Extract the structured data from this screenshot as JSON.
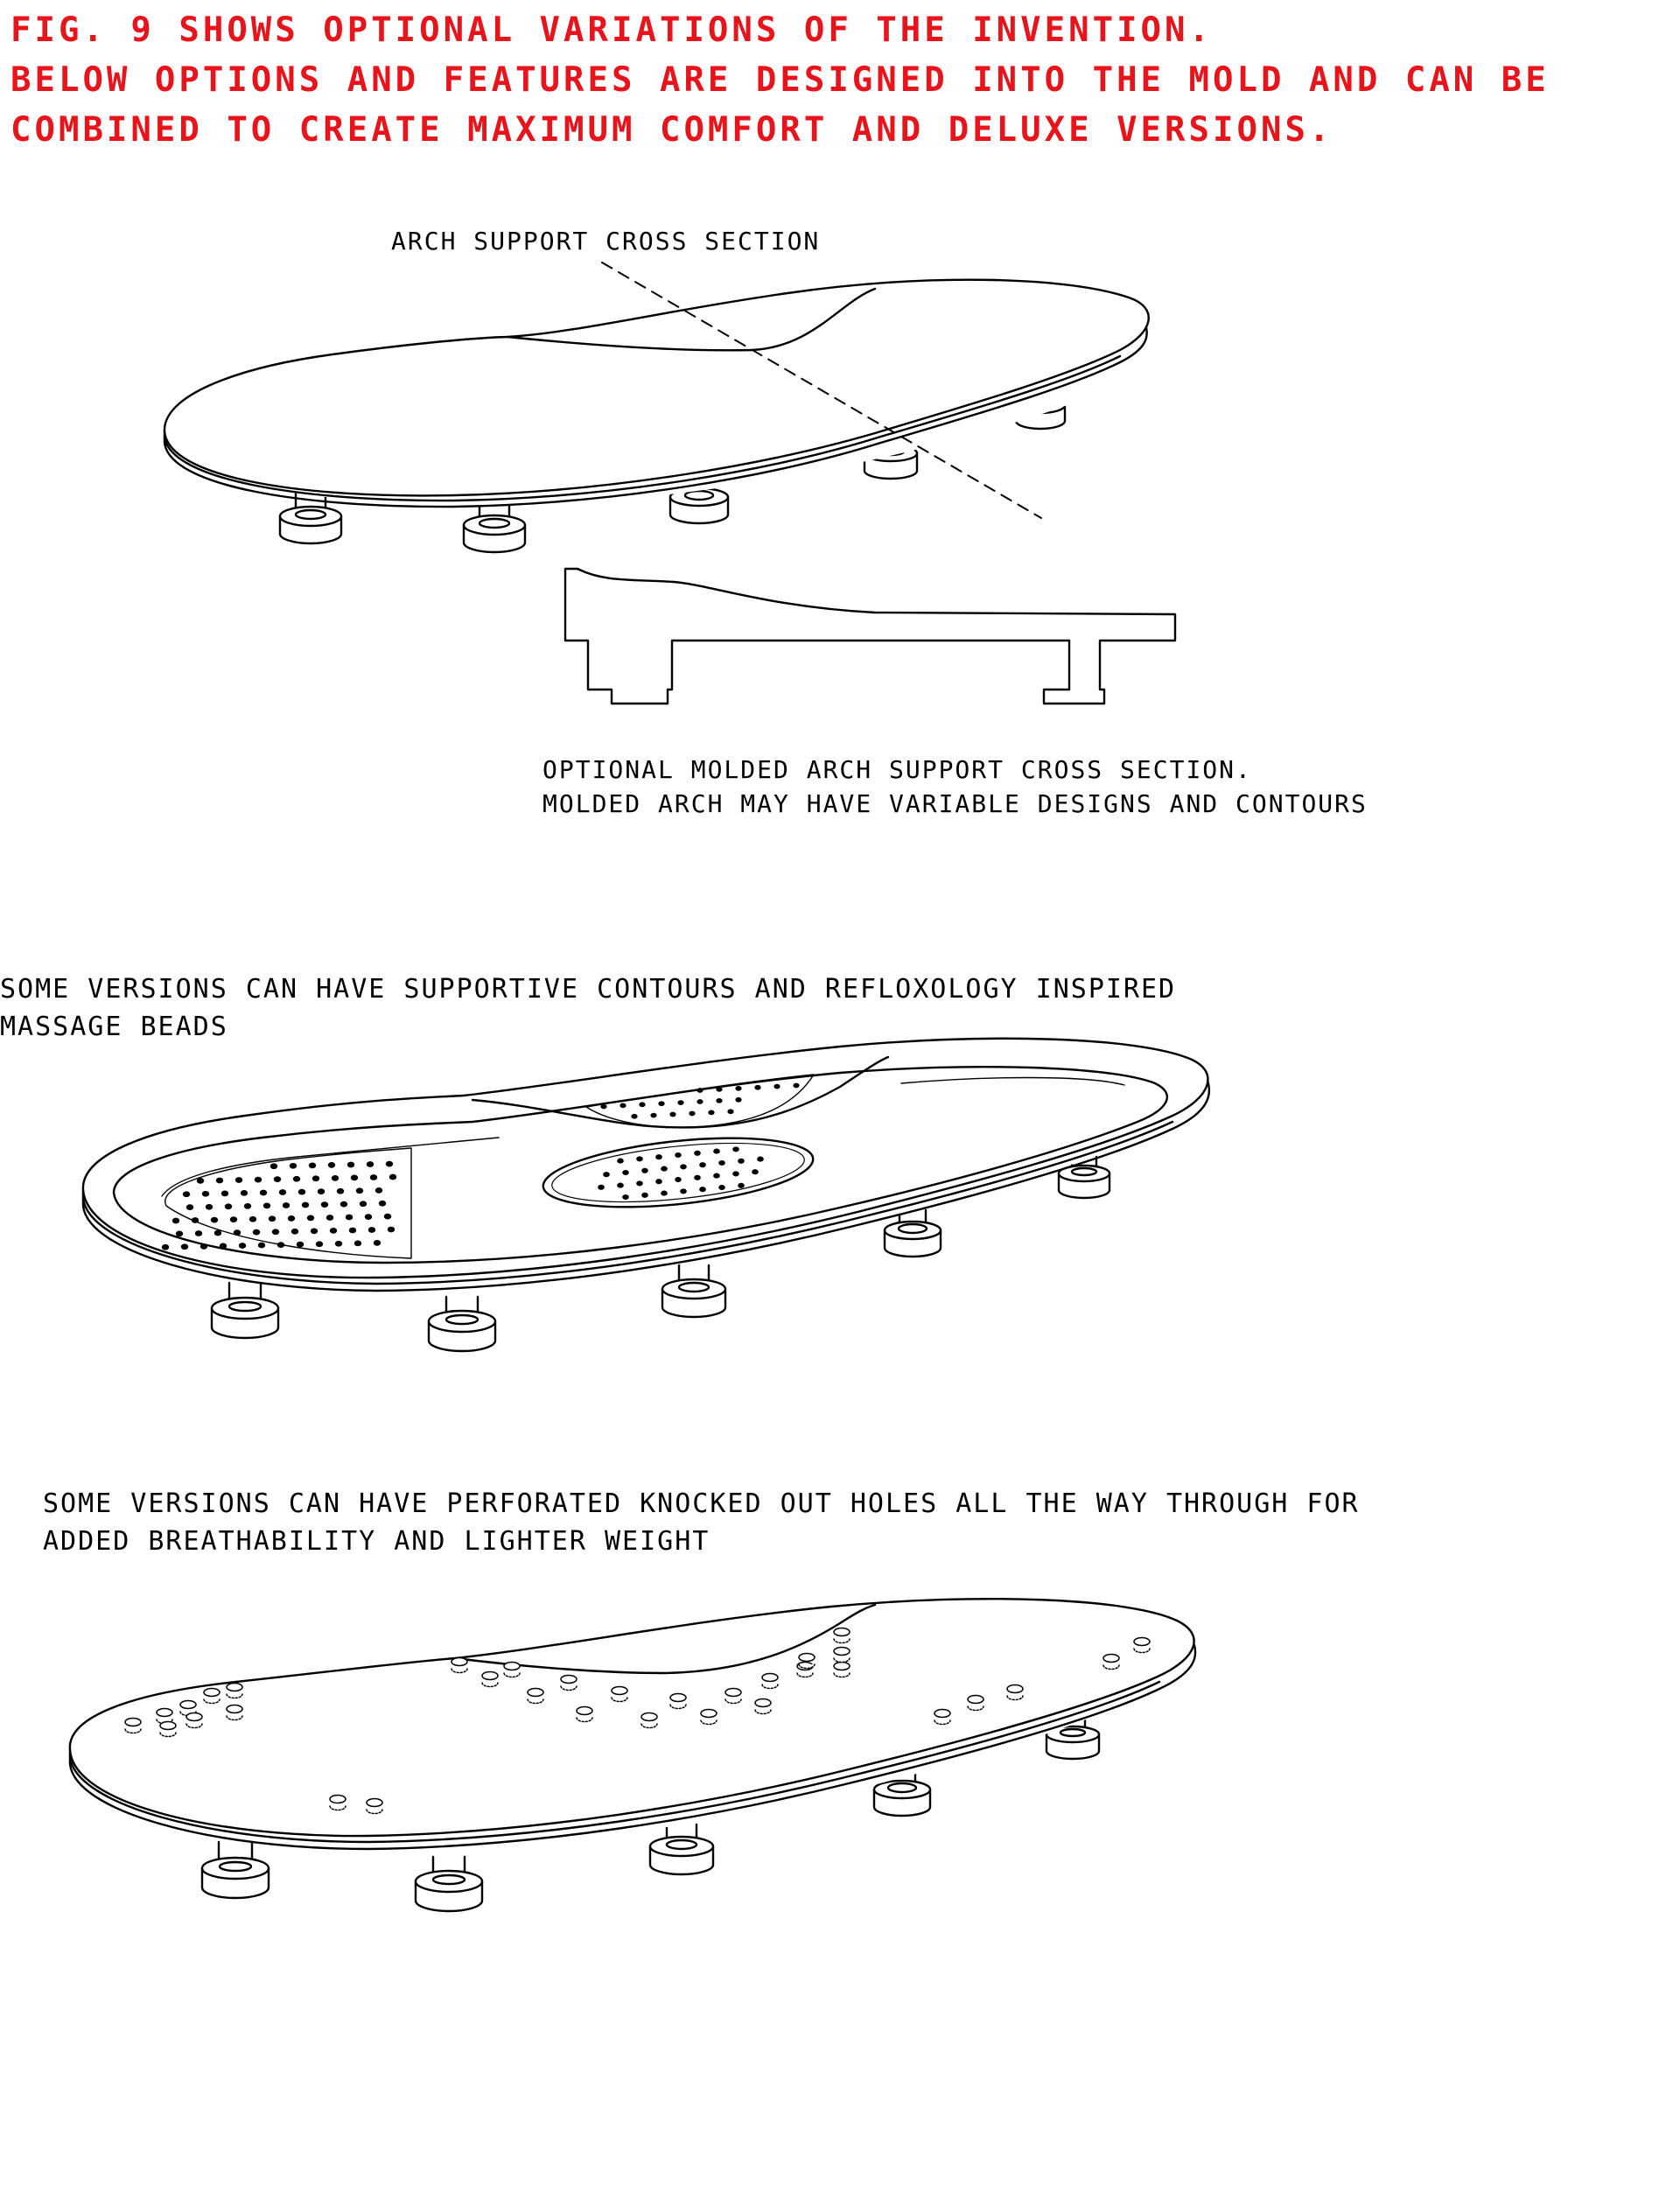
{
  "header": {
    "lines": [
      "FIG. 9 SHOWS OPTIONAL VARIATIONS OF THE INVENTION.",
      "BELOW OPTIONS AND FEATURES ARE DESIGNED INTO THE MOLD AND CAN BE",
      "COMBINED TO CREATE MAXIMUM COMFORT AND DELUXE VERSIONS."
    ],
    "color": "#e8141b"
  },
  "figure1": {
    "label": "ARCH SUPPORT CROSS SECTION"
  },
  "cross_section": {
    "caption_lines": [
      "OPTIONAL MOLDED ARCH SUPPORT CROSS SECTION.",
      "MOLDED ARCH MAY HAVE VARIABLE DESIGNS AND CONTOURS"
    ]
  },
  "figure2": {
    "caption_lines": [
      "SOME VERSIONS CAN HAVE SUPPORTIVE CONTOURS AND REFLOXOLOGY INSPIRED",
      "MASSAGE BEADS"
    ]
  },
  "figure3": {
    "caption_lines": [
      "SOME VERSIONS CAN HAVE PERFORATED KNOCKED OUT HOLES ALL THE WAY THROUGH FOR",
      "ADDED BREATHABILITY AND LIGHTER WEIGHT"
    ]
  }
}
